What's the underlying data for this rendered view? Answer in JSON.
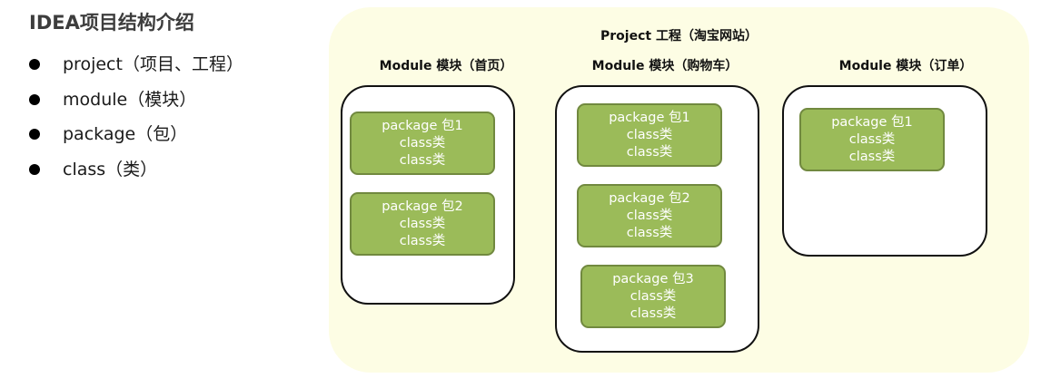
{
  "title": "IDEA项目结构介绍",
  "bullets": [
    "project（项目、工程）",
    "module（模块）",
    "package（包）",
    "class（类）"
  ],
  "project": {
    "title": "Project 工程（淘宝网站）",
    "modules": [
      {
        "label": "Module 模块（首页）",
        "packages": [
          {
            "name": "package 包1",
            "classes": [
              "class类",
              "class类"
            ]
          },
          {
            "name": "package 包2",
            "classes": [
              "class类",
              "class类"
            ]
          }
        ]
      },
      {
        "label": "Module 模块（购物车）",
        "packages": [
          {
            "name": "package 包1",
            "classes": [
              "class类",
              "class类"
            ]
          },
          {
            "name": "package 包2",
            "classes": [
              "class类",
              "class类"
            ]
          },
          {
            "name": "package 包3",
            "classes": [
              "class类",
              "class类"
            ]
          }
        ]
      },
      {
        "label": "Module 模块（订单）",
        "packages": [
          {
            "name": "package 包1",
            "classes": [
              "class类",
              "class类"
            ]
          }
        ]
      }
    ]
  }
}
